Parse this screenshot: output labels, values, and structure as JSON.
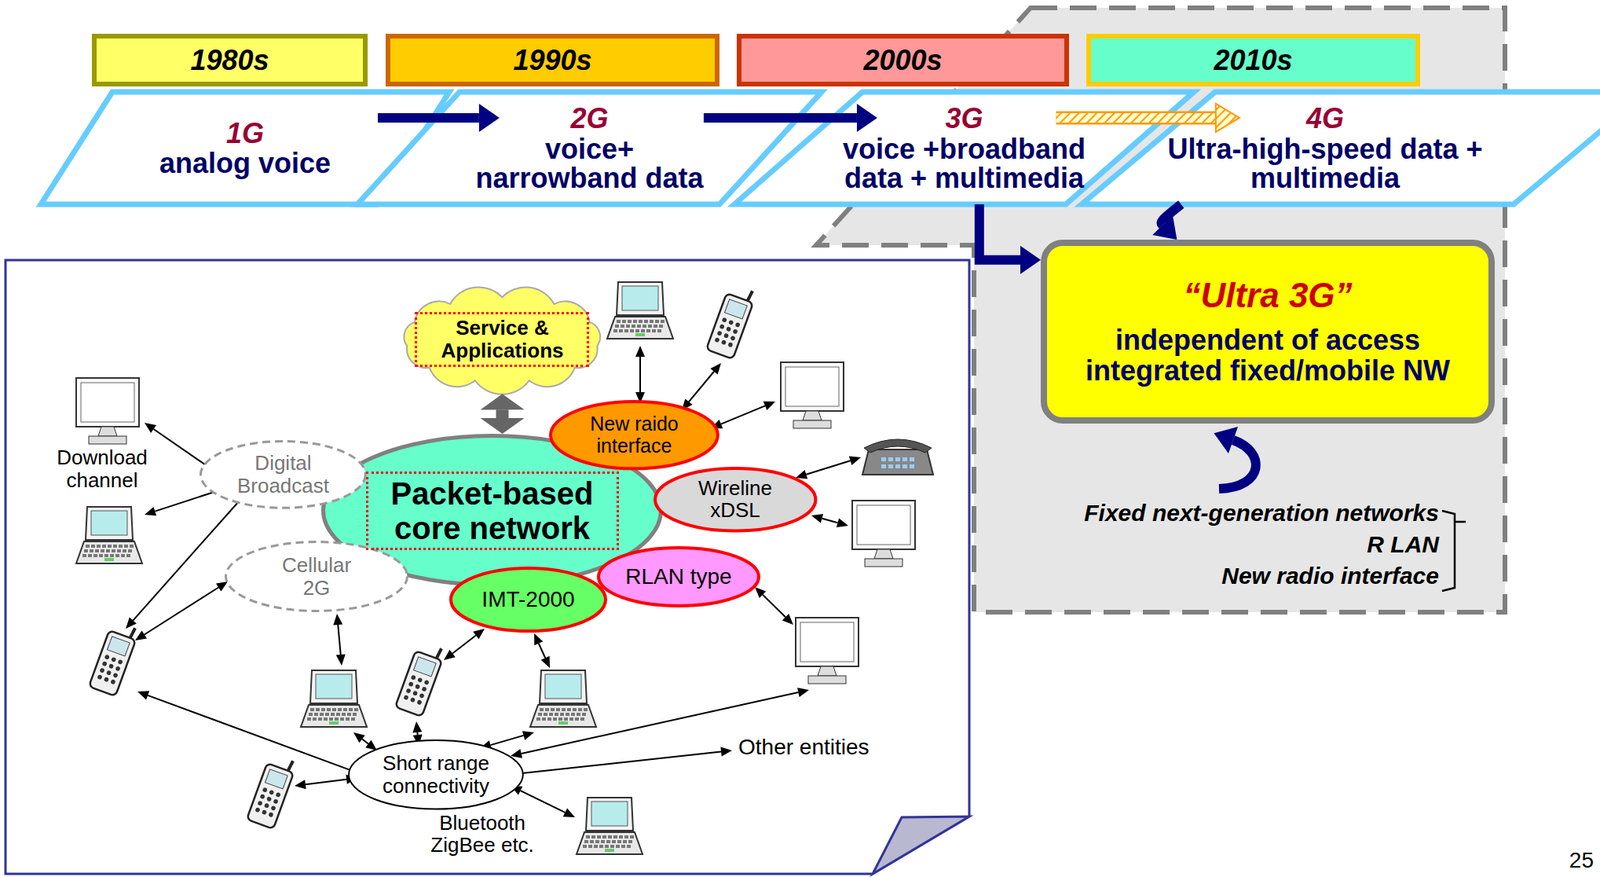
{
  "diagram": {
    "nodes": [
      {
        "text": [
          "1980s"
        ]
      },
      {
        "text": [
          "1990s"
        ]
      },
      {
        "text": [
          "2000s"
        ]
      },
      {
        "text": [
          "2010s"
        ]
      },
      {
        "text": [
          "1G",
          "analog voice"
        ]
      },
      {
        "text": [
          "2G",
          "voice+ narrowband data"
        ]
      },
      {
        "text": [
          "3G",
          "voice +broadband data + multimedia"
        ]
      },
      {
        "text": [
          "4G",
          "Ultra-high-speed data + multimedia"
        ]
      },
      {
        "text": [
          "“Ultra 3G”",
          "independent of access integrated fixed/mobile NW"
        ]
      },
      {
        "text": [
          "Service & Applications"
        ]
      },
      {
        "text": [
          "Packet-based core network"
        ]
      },
      {
        "text": [
          "New raido interface"
        ]
      },
      {
        "text": [
          "Digital Broadcast"
        ]
      },
      {
        "text": [
          "Wireline xDSL"
        ]
      },
      {
        "text": [
          "Cellular 2G"
        ]
      },
      {
        "text": [
          "RLAN type"
        ]
      },
      {
        "text": [
          "IMT-2000"
        ]
      },
      {
        "text": [
          "Short range connectivity",
          "Bluetooth ZigBee etc."
        ]
      }
    ],
    "edges": [
      {
        "from": 4,
        "to": 5,
        "arrow": "to"
      },
      {
        "from": 5,
        "to": 6,
        "arrow": "to"
      },
      {
        "from": 6,
        "to": 7,
        "arrow": "to"
      },
      {
        "from": 6,
        "to": 8,
        "arrow": "to"
      },
      {
        "from": 7,
        "to": 8,
        "arrow": "to"
      },
      {
        "from": 9,
        "to": 10,
        "arrow": "both"
      }
    ],
    "labels": [
      "Download channel",
      "Other entities",
      "Fixed next-generation networks",
      "R LAN",
      "New radio interface",
      "25"
    ]
  }
}
